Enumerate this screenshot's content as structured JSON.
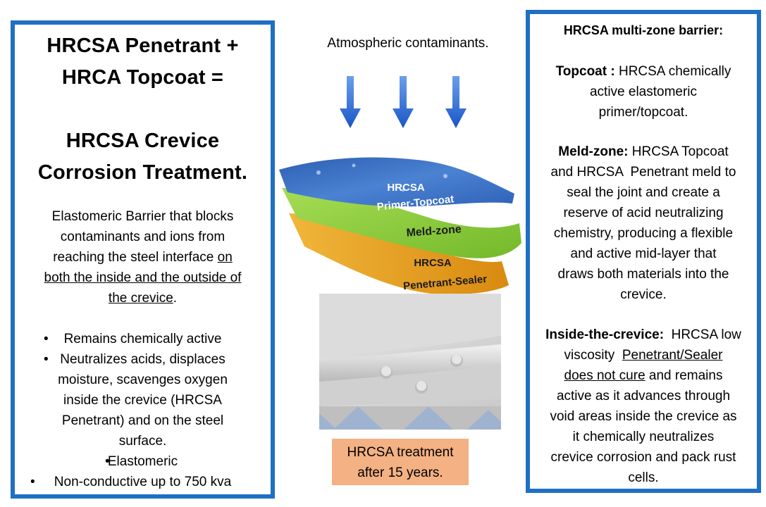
{
  "left_panel": {
    "title_line1": "HRCSA Penetrant +",
    "title_line2": "HRCA Topcoat =",
    "title_line3": "HRCSA Crevice",
    "title_line4": "Corrosion Treatment.",
    "desc_line1": "Elastomeric Barrier that blocks",
    "desc_line2": "contaminants and ions from",
    "desc_line3_plain": "reaching the steel interface ",
    "desc_line3_ul": "on",
    "desc_line4_ul": "both the inside and the outside of",
    "desc_line5_ul": "the crevice",
    "desc_line5_end": ".",
    "bullet_char": "•",
    "bullet1": "Remains chemically active",
    "bullet2_l1": "Neutralizes acids, displaces",
    "bullet2_l2": "moisture, scavenges oxygen",
    "bullet2_l3": "inside the crevice (HRCSA",
    "bullet2_l4": "Penetrant) and on the steel",
    "bullet2_l5": "surface.",
    "bullet3": "Elastomeric",
    "bullet4": "Non-conductive up to 750 kva"
  },
  "center": {
    "atmospheric": "Atmospheric contaminants.",
    "layer_top_l1": "HRCSA",
    "layer_top_l2": "Primer-Topcoat",
    "layer_mid": "Meld-zone",
    "layer_bottom_l1": "HRCSA",
    "layer_bottom_l2": "Penetrant-Sealer",
    "caption_l1": "HRCSA treatment",
    "caption_l2": "after 15 years."
  },
  "right_panel": {
    "heading": "HRCSA multi-zone barrier:",
    "topcoat_label": "Topcoat :",
    "topcoat_l1": " HRCSA chemically",
    "topcoat_l2": "active elastomeric",
    "topcoat_l3": "primer/topcoat.",
    "meld_label": "Meld-zone:",
    "meld_l1": " HRCSA Topcoat",
    "meld_l2": "and HRCSA  Penetrant meld to",
    "meld_l3": "seal the joint and create a",
    "meld_l4": "reserve of acid neutralizing",
    "meld_l5": "chemistry, producing a flexible",
    "meld_l6": "and active mid-layer that",
    "meld_l7": "draws both materials into the",
    "meld_l8": "crevice.",
    "inside_label": "Inside-the-crevice:",
    "inside_l1": "  HRCSA low",
    "inside_l2_plain": "viscosity  ",
    "inside_l2_ul": "Penetrant/Sealer",
    "inside_l3_ul": "does not cure",
    "inside_l3_plain": " and remains",
    "inside_l4": "active as it advances through",
    "inside_l5": "void areas inside the crevice as",
    "inside_l6": "it chemically neutralizes",
    "inside_l7": "crevice corrosion and pack rust",
    "inside_l8": "cells."
  },
  "colors": {
    "border_blue": "#1f6fc4",
    "arrow_blue": "#1a56c8",
    "layer_top": "#3a6fc0",
    "layer_mid": "#8fd13a",
    "layer_bottom": "#e8a417",
    "caption_bg": "#f4b183"
  },
  "icons": {
    "arrow": "down-arrow-icon"
  }
}
